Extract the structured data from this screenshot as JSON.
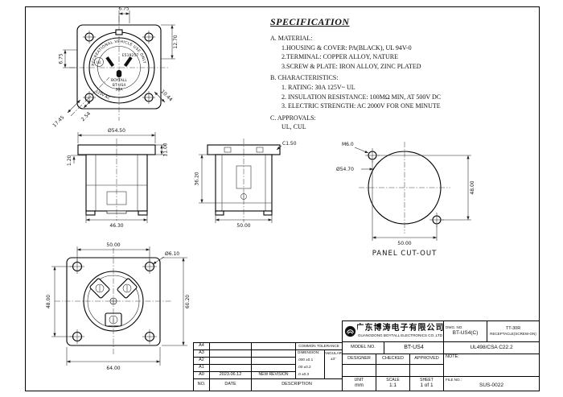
{
  "spec": {
    "title": "SPECIFICATION",
    "a_label": "A. MATERIAL:",
    "a1": "1.HOUSING & COVER: PA(BLACK), UL 94V-0",
    "a2": "2.TERMINAL: COPPER ALLOY, NATURE",
    "a3": "3.SCREW & PLATE: IRON ALLOY, ZINC PLATED",
    "b_label": "B. CHARACTERISTICS:",
    "b1": "1. RATING: 30A 125V~ UL",
    "b2": "2. INSULATION RESISTANCE: 100MΩ MIN, AT 500V DC",
    "b3": "3. ELECTRIC STRENGTH: AC 2000V FOR ONE MINUTE",
    "c_label": "C. APPROVALS:",
    "c1": "UL, CUL"
  },
  "views": {
    "front": {
      "arc_text": "RECREATIONAL VEHICLE USE ONLY",
      "ul": "UL",
      "cert": "E519257",
      "brand": "BOYTALL",
      "model": "BT-US4",
      "amps": "30A",
      "volts": "125V AC",
      "dim_top": "6.75",
      "dim_left": "6.75",
      "dim_right": "12.70",
      "dim_hole": "10.44",
      "dim_diag1": "17.45",
      "dim_diag2": "2.54"
    },
    "side": {
      "dim_dia": "Ø54.50",
      "dim_h": "11.00",
      "dim_lip": "1.20",
      "dim_w": "46.30"
    },
    "section": {
      "dim_chamfer": "C1.50",
      "dim_depth": "36.20",
      "dim_w": "50.00"
    },
    "panel": {
      "label": "PANEL CUT-OUT",
      "dim_hole": "M6.0",
      "dim_dia": "Ø54.70",
      "dim_v": "48.00",
      "dim_h": "50.00"
    },
    "back": {
      "dim_top": "50.00",
      "dim_hole": "Ø6.10",
      "dim_left": "48.00",
      "dim_right": "60.20",
      "dim_bottom": "64.00"
    }
  },
  "title_block": {
    "revisions": {
      "rows": [
        "A4",
        "A3",
        "A2",
        "A1",
        "A0"
      ],
      "a0_date": "2023.06.12",
      "a0_desc": "NEW REVISION",
      "col_no": "NO.",
      "col_date": "DATE",
      "col_desc": "DESCRIPTION"
    },
    "tolerance": {
      "header": "COMMON TOLERANCE",
      "dim_label": "DIMENSION:",
      "t1": ".000  ±0.1",
      "t2": ".00   ±0.2",
      "t3": ".0    ±0.3",
      "ang_label": "ANGULAR:",
      "ang_val": "±3°"
    },
    "company": {
      "name_cn": "广东博涛电子有限公司",
      "name_en": "GUANGDONG BOYTALL ELECTRONICS CO.,LTD",
      "dwg_label": "DWG. NO.",
      "dwg_no": "BT-US4(C)",
      "product_line1": "TT-30R",
      "product_line2": "RECEPTACLE(SCREW-ON)",
      "model_label": "MODEL NO.",
      "model_no": "BT-US4",
      "approval": "UL498/CSA C22.2",
      "designer": "DESIGNER",
      "checked": "CHECKED",
      "approved": "APPROVED",
      "note_label": "NOTE:",
      "unit_label": "UNIT",
      "unit_val": "mm",
      "scale_label": "SCALE",
      "scale_val": "1:1",
      "sheet_label": "SHEET",
      "sheet_val": "1 of 1",
      "file_label": "FILE NO.:",
      "file_no": "SUS-0022"
    }
  }
}
